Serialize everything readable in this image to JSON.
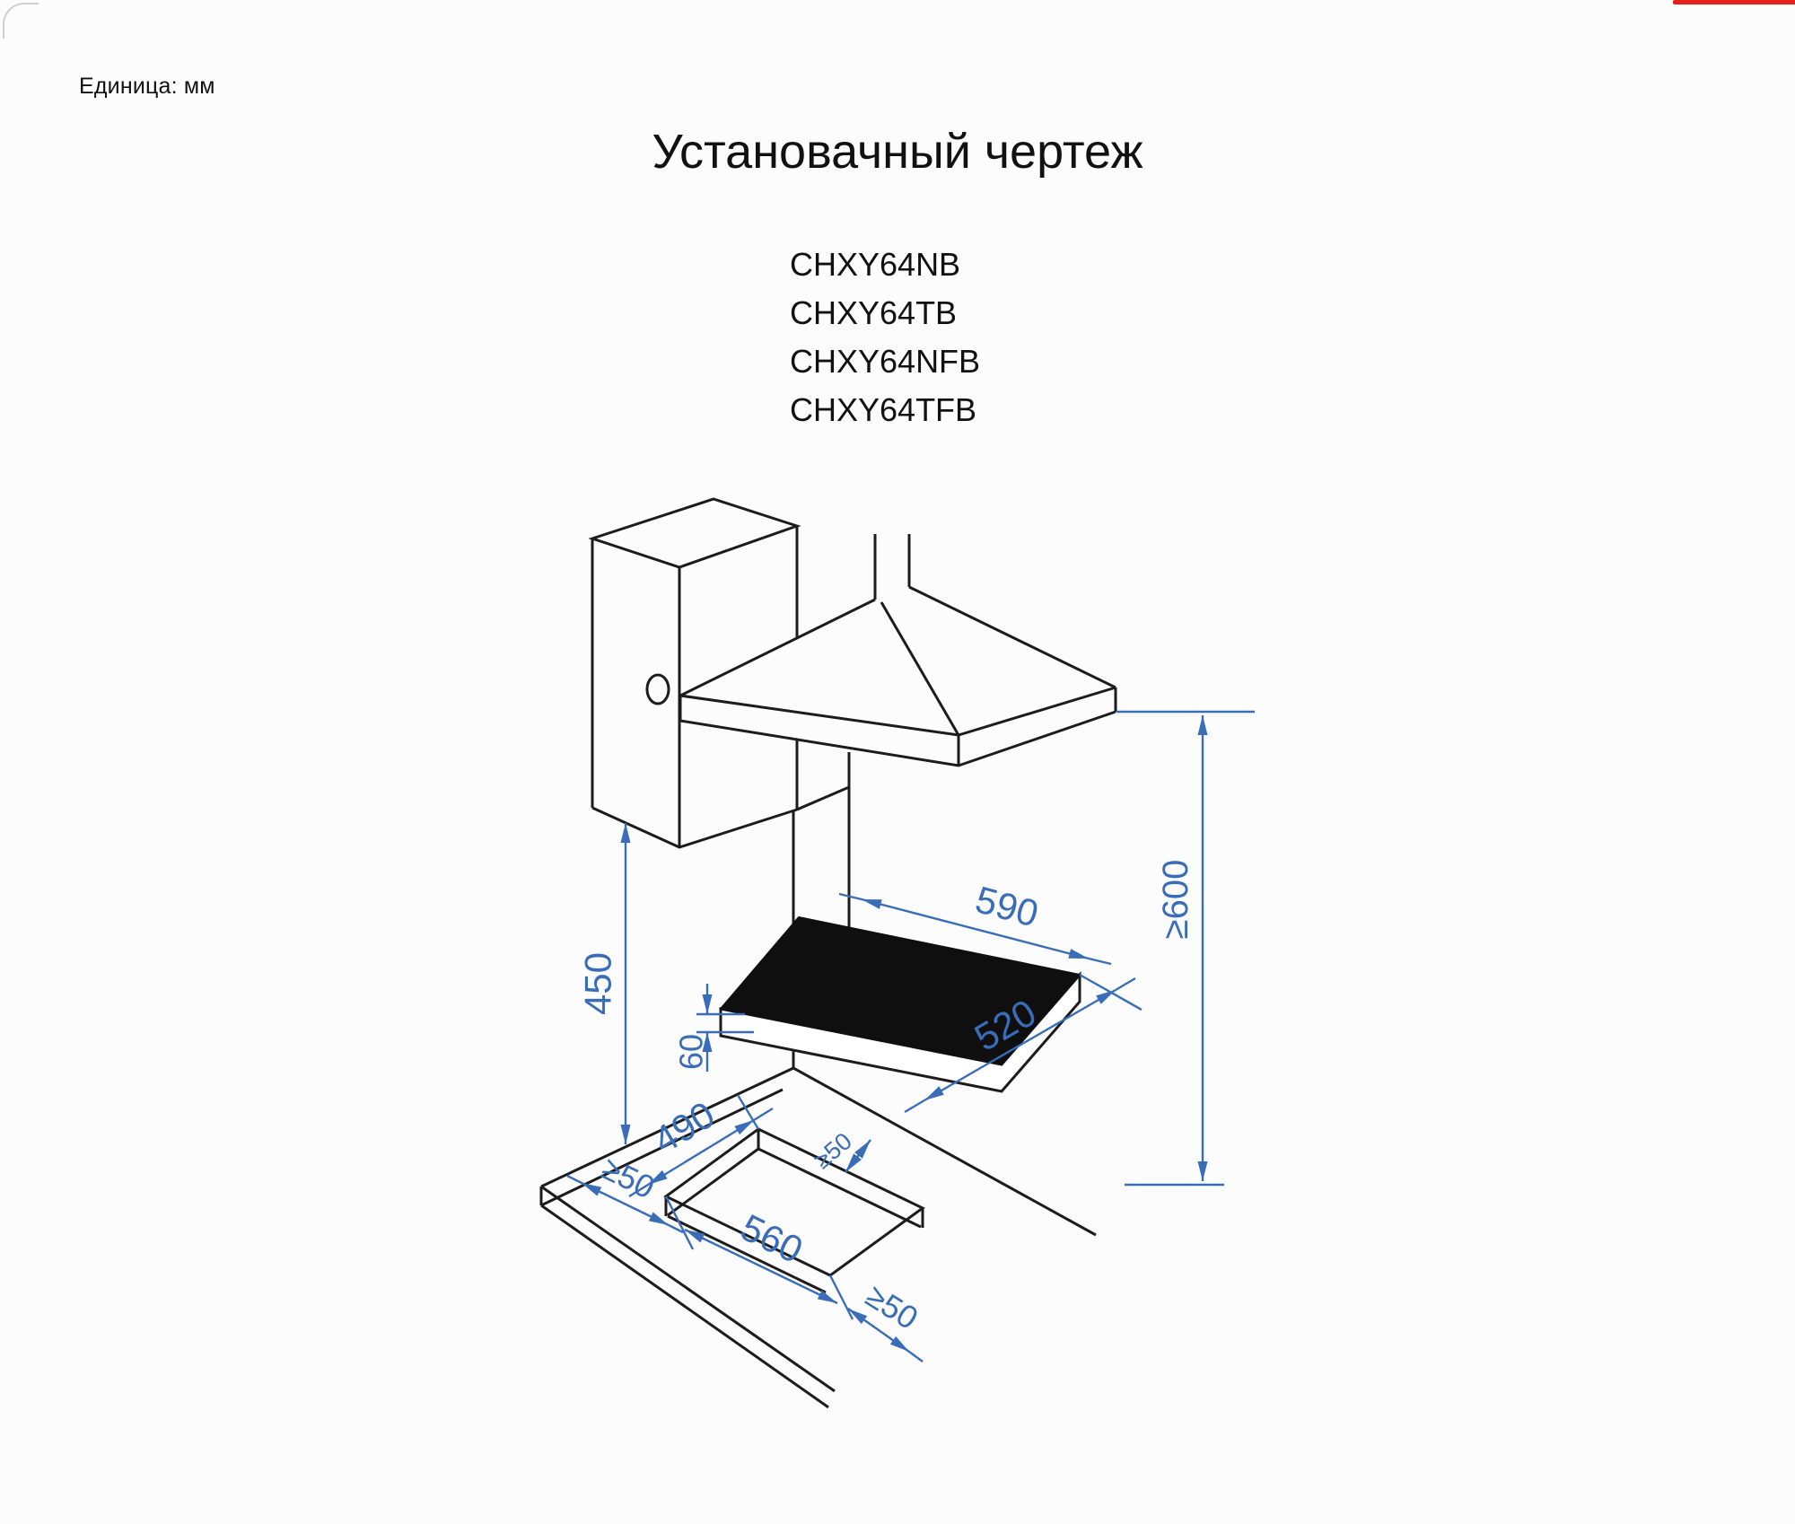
{
  "page": {
    "unit_label": "Единица: мм",
    "title": "Установачный чертеж",
    "models": [
      "CHXY64NB",
      "CHXY64TB",
      "CHXY64NFB",
      "CHXY64TFB"
    ]
  },
  "drawing": {
    "description": "Isometric installation drawing: wall cabinet, cooker hood, black glass hob and worktop with cutout",
    "labels": {
      "hob_width": "590",
      "hob_depth": "520",
      "hob_body_height": "60",
      "cabinet_to_worktop": "450",
      "hood_to_worktop_min": "≥600",
      "cutout_depth": "490",
      "cutout_width": "560",
      "clearance_left": "≥50",
      "clearance_back": "≥50",
      "clearance_front": "≥50"
    }
  },
  "colors": {
    "dimension_blue": "#3a6db8",
    "line_black": "#1c1c1c",
    "glass_black": "#0f0f0f",
    "accent_red": "#e3211a",
    "background": "#fcfcfc"
  }
}
